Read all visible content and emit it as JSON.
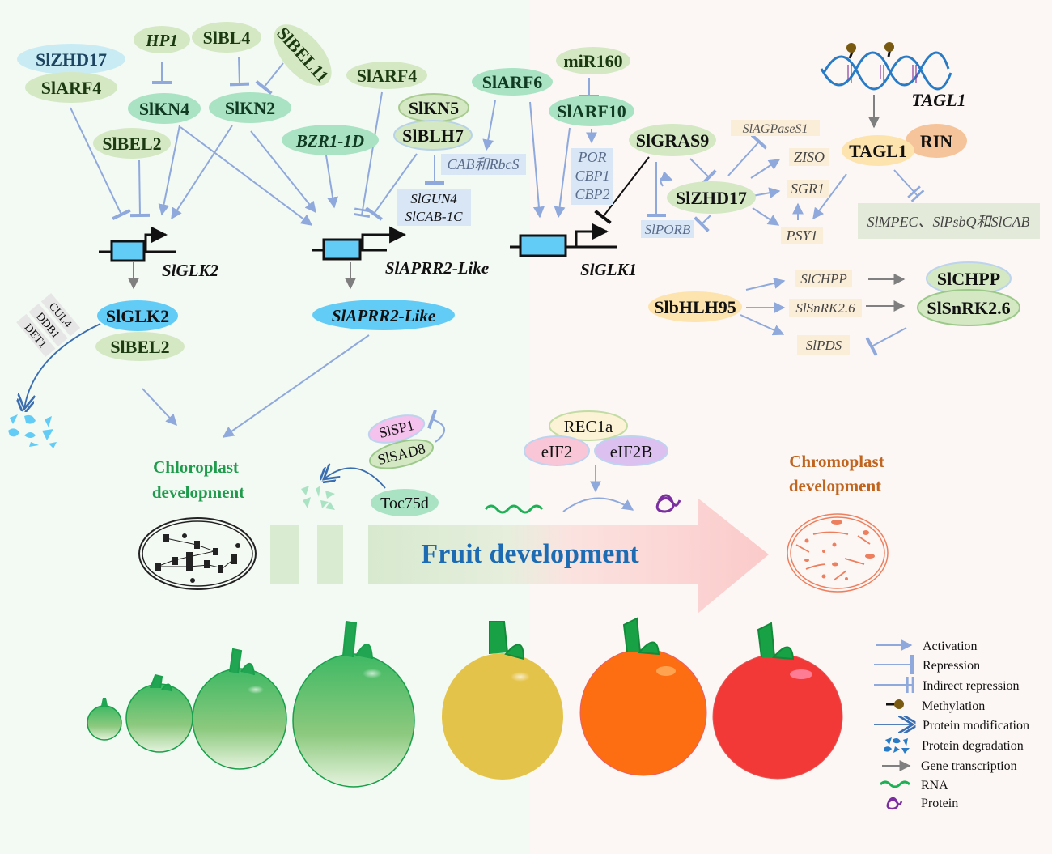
{
  "colors": {
    "left_bg": "#f3f9f3",
    "right_bg": "#fcf7f4",
    "activation": "#8fa9dc",
    "chloroplast_text": "#1e9c4c",
    "chromoplast_text": "#c0641e",
    "fruit_dev_text": "#1d6bb3"
  },
  "left_network": {
    "nodes": {
      "slzhd17": "SlZHD17",
      "slarf4_a": "SlARF4",
      "hp1": "HP1",
      "slbl4": "SlBL4",
      "slbel11": "SlBEL11",
      "slkn4": "SlKN4",
      "slkn2": "SlKN2",
      "slbel2_a": "SlBEL2",
      "bzr1": "BZR1-1D",
      "slarf4_b": "SlARF4",
      "slkn5": "SlKN5",
      "slblh7": "SlBLH7",
      "slarf6": "SlARF6",
      "cab_rbcs": "CAB和RbcS",
      "slgun4": "SlGUN4",
      "slcab1c": "SlCAB-1C"
    },
    "genes": {
      "slglk2": "SlGLK2",
      "slaprr2": "SlAPRR2-Like"
    },
    "proteins": {
      "slglk2": "SlGLK2",
      "slbel2": "SlBEL2",
      "slaprr2": "SlAPRR2-Like"
    },
    "degradation_complex": [
      "CUL4",
      "DDB1",
      "DET1"
    ],
    "chloroplast_label": [
      "Chloroplast",
      "development"
    ]
  },
  "middle_network": {
    "mir160": "miR160",
    "slarf10": "SlARF10",
    "por_group": [
      "POR",
      "CBP1",
      "CBP2"
    ],
    "slglk1_gene": "SlGLK1"
  },
  "right_network": {
    "slgras9": "SlGRAS9",
    "slzhd17": "SlZHD17",
    "slporb": "SlPORB",
    "slagpases1": "SlAGPaseS1",
    "ziso": "ZISO",
    "sgr1": "SGR1",
    "psy1": "PSY1",
    "tagl1_gene": "TAGL1",
    "tagl1_protein": "TAGL1",
    "rin": "RIN",
    "targets": "SlMPEC、SlPsbQ和SlCAB",
    "slbhlh95": "SlbHLH95",
    "slchpp_gene": "SlCHPP",
    "slsnrk_gene": "SlSnRK2.6",
    "slpds": "SlPDS",
    "slchpp_protein": "SlCHPP",
    "slsnrk_protein": "SlSnRK2.6",
    "chromoplast_label": [
      "Chromoplast",
      "development"
    ]
  },
  "bottom": {
    "slsp1": "SlSP1",
    "slsad8": "SlSAD8",
    "toc75d": "Toc75d",
    "rec1a": "REC1a",
    "eif2": "eIF2",
    "eif2b": "eIF2B",
    "fruit_development": "Fruit development"
  },
  "tomato_stages": [
    {
      "stage": 1,
      "color": "green"
    },
    {
      "stage": 2,
      "color": "green"
    },
    {
      "stage": 3,
      "color": "green"
    },
    {
      "stage": 4,
      "color": "mature-green"
    },
    {
      "stage": 5,
      "color": "yellow"
    },
    {
      "stage": 6,
      "color": "orange"
    },
    {
      "stage": 7,
      "color": "red"
    }
  ],
  "legend": [
    {
      "icon": "activation-arrow-icon",
      "label": "Activation"
    },
    {
      "icon": "repression-bar-icon",
      "label": "Repression"
    },
    {
      "icon": "indirect-repression-icon",
      "label": "Indirect repression"
    },
    {
      "icon": "methylation-icon",
      "label": "Methylation"
    },
    {
      "icon": "protein-modification-icon",
      "label": "Protein modification"
    },
    {
      "icon": "protein-degradation-icon",
      "label": "Protein degradation"
    },
    {
      "icon": "gene-transcription-icon",
      "label": "Gene transcription"
    },
    {
      "icon": "rna-wave-icon",
      "label": "RNA"
    },
    {
      "icon": "protein-coil-icon",
      "label": "Protein"
    }
  ]
}
